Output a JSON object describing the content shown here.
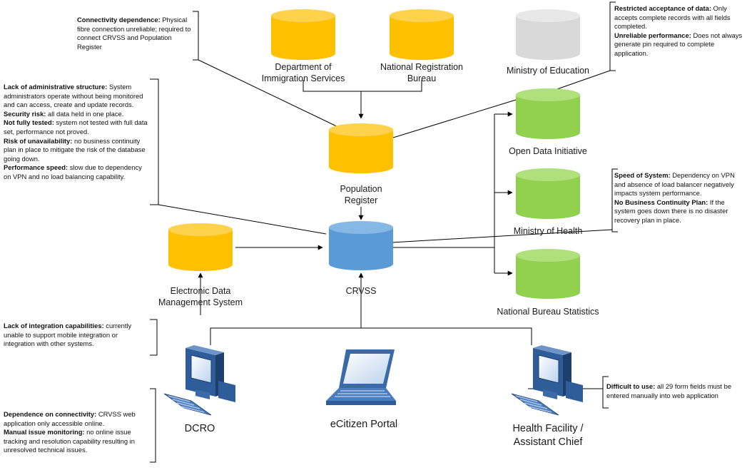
{
  "nodes": {
    "immigration": {
      "line1": "Department of",
      "line2": "Immigration Services",
      "color": "#FFC000"
    },
    "nrb": {
      "line1": "National Registration",
      "line2": "Bureau",
      "color": "#FFC000"
    },
    "education": {
      "line1": "Ministry of Education",
      "line2": "",
      "color": "#D9D9D9"
    },
    "population": {
      "line1": "Population",
      "line2": "Register",
      "color": "#FFC000"
    },
    "open_data": {
      "line1": "Open Data Initiative",
      "line2": "",
      "color": "#92D050"
    },
    "health_ministry": {
      "line1": "Ministry of Health",
      "line2": "",
      "color": "#92D050"
    },
    "crvss": {
      "line1": "CRVSS",
      "line2": "",
      "color": "#5B9BD5"
    },
    "edms": {
      "line1": "Electronic Data",
      "line2": "Management System",
      "color": "#FFC000"
    },
    "nbs": {
      "line1": "National Bureau Statistics",
      "line2": "",
      "color": "#92D050"
    },
    "dcro": {
      "line1": "DCRO",
      "line2": ""
    },
    "ecitizen": {
      "line1": "eCitizen Portal",
      "line2": ""
    },
    "health_facility": {
      "line1": "Health Facility /",
      "line2": "Assistant Chief"
    }
  },
  "notes": {
    "connectivity": [
      {
        "bold": "Connectivity dependence:",
        "text": " Physical fibre connection unreliable; required to connect CRVSS and Population Register"
      }
    ],
    "admin": [
      {
        "bold": "Lack of administrative structure:",
        "text": " System administrators operate without being monitored and can access, create and update records."
      },
      {
        "bold": "Security risk:",
        "text": " all data held in one place."
      },
      {
        "bold": "Not fully tested:",
        "text": " system not tested with full data set, performance not proved."
      },
      {
        "bold": "Risk of unavailability:",
        "text": " no business continuity plan in place to mitigate the risk of the database going down."
      },
      {
        "bold": "Performance speed:",
        "text": " slow due to dependency on VPN and no load balancing capability."
      }
    ],
    "restricted": [
      {
        "bold": "Restricted acceptance of data:",
        "text": " Only accepts complete records with all fields completed."
      },
      {
        "bold": "Unreliable performance:",
        "text": " Does not always generate pin required to complete application."
      }
    ],
    "speed": [
      {
        "bold": "Speed of System:",
        "text": " Dependency on VPN and absence of load balancer negatively impacts system performance."
      },
      {
        "bold": "No Business Continuity Plan:",
        "text": " If the system goes down there is no disaster recovery plan in place."
      }
    ],
    "integration": [
      {
        "bold": "Lack of integration capabilities:",
        "text": " currently unable to support mobile integration or integration with other systems."
      }
    ],
    "dependence": [
      {
        "bold": "Dependence on connectivity:",
        "text": " CRVSS web application only accessible online."
      },
      {
        "bold": "Manual issue monitoring:",
        "text": " no online issue tracking and resolution capability resulting in unresolved technical issues."
      }
    ],
    "difficult": [
      {
        "bold": "Difficult to use:",
        "text": " all 29 form fields must be entered manually into web application"
      }
    ]
  }
}
